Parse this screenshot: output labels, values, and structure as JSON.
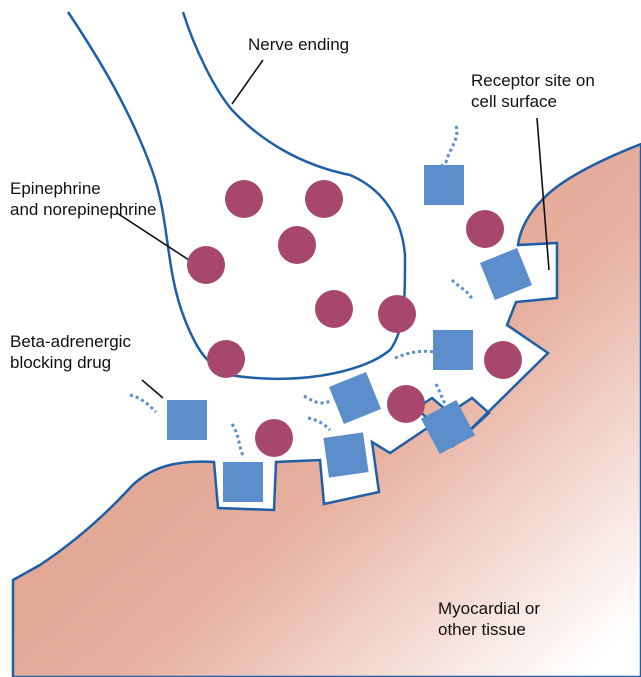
{
  "labels": {
    "nerve_ending": "Nerve ending",
    "receptor_site": [
      "Receptor site on",
      "cell surface"
    ],
    "neurotransmitters": [
      "Epinephrine",
      "and norepinephrine"
    ],
    "blocking_drug": [
      "Beta-adrenergic",
      "blocking drug"
    ],
    "tissue": [
      "Myocardial or",
      "other tissue"
    ]
  },
  "colors": {
    "tissue_gradient_start": "#df9a86",
    "tissue_gradient_end": "#ffffff",
    "outline": "#1f5fa8",
    "neurotransmitter": "#a8476e",
    "blocker": "#5b8ecb",
    "leader_line": "#111111"
  }
}
